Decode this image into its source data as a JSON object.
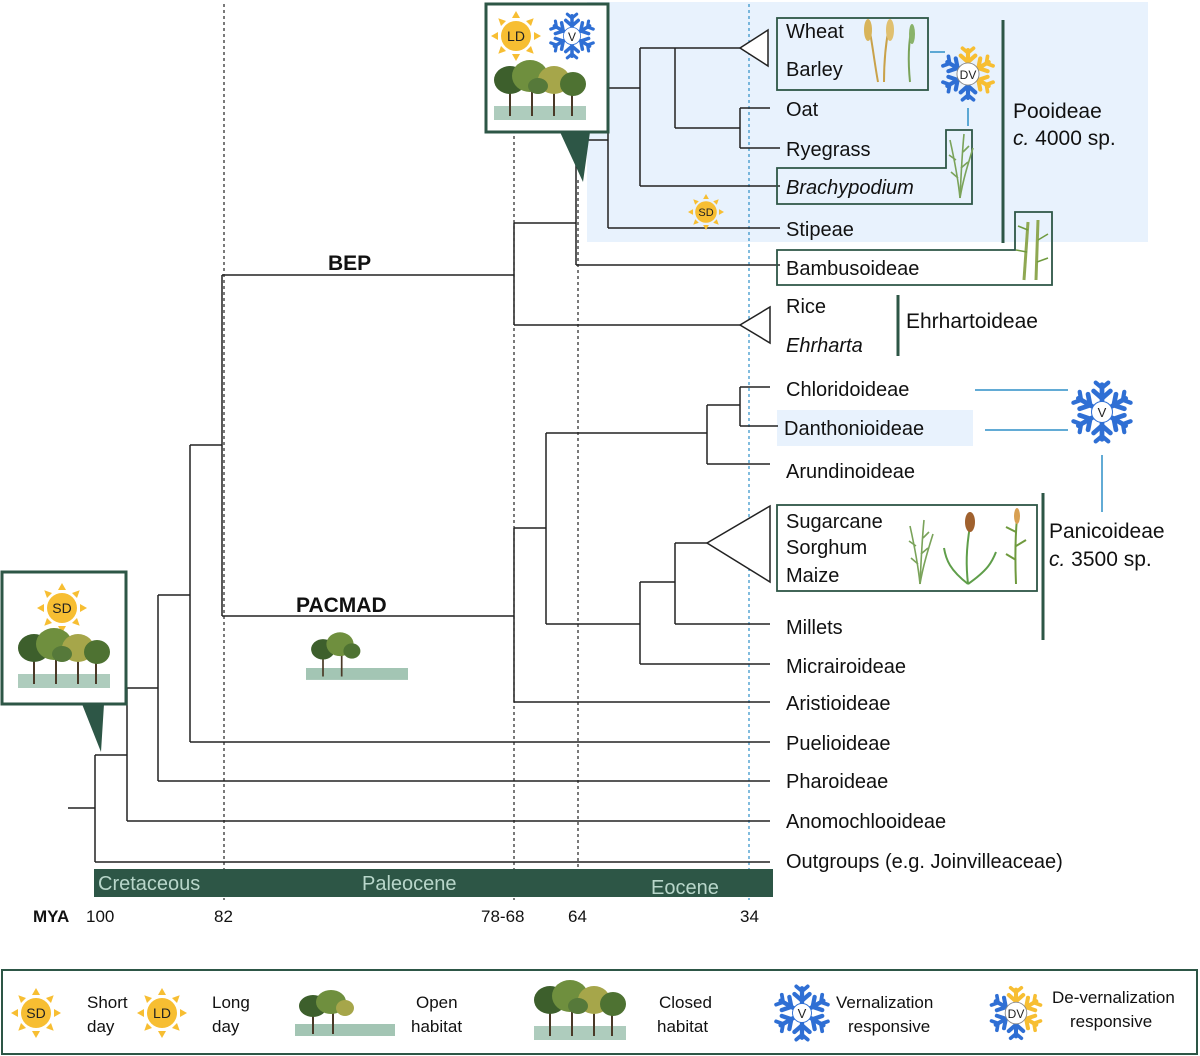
{
  "colors": {
    "dark_green": "#2d5646",
    "pooideae_bg": "#e8f2fd",
    "sun": "#f7be32",
    "snow": "#2f6fd4",
    "blue_line": "#2e8fc7",
    "tree_dark": "#3d5f2c",
    "tree_mid": "#6f8f3e",
    "tree_light": "#a6a64a",
    "grass": "#8cb6a1"
  },
  "clades": {
    "bep": "BEP",
    "pacmad": "PACMAD"
  },
  "taxa": {
    "wheat": "Wheat",
    "barley": "Barley",
    "oat": "Oat",
    "ryegrass": "Ryegrass",
    "brachypodium": "Brachypodium",
    "stipeae": "Stipeae",
    "bambusoideae": "Bambusoideae",
    "rice": "Rice",
    "ehrharta": "Ehrharta",
    "chloridoideae": "Chloridoideae",
    "danthonioideae": "Danthonioideae",
    "arundinoideae": "Arundinoideae",
    "sugarcane": "Sugarcane",
    "sorghum": "Sorghum",
    "maize": "Maize",
    "millets": "Millets",
    "micrairoideae": "Micrairoideae",
    "aristidoideae": "Aristioideae",
    "puelioideae": "Puelioideae",
    "pharoideae": "Pharoideae",
    "anomochlooideae": "Anomochlooideae",
    "outgroups": "Outgroups (e.g. Joinvilleaceae)"
  },
  "groups": {
    "pooideae_name": "Pooideae",
    "pooideae_count_italic": "c.",
    "pooideae_count": " 4000 sp.",
    "ehrhartoideae": "Ehrhartoideae",
    "panicoideae_name": "Panicoideae",
    "panicoideae_count_italic": "c.",
    "panicoideae_count": " 3500 sp."
  },
  "badges": {
    "ld": "LD",
    "sd": "SD",
    "v": "V",
    "dv": "DV"
  },
  "timeline": {
    "periods": [
      "Cretaceous",
      "Paleocene",
      "Eocene"
    ],
    "axis_label": "MYA",
    "ticks": [
      "100",
      "82",
      "78-68",
      "64",
      "34"
    ]
  },
  "legend": {
    "short_day_1": "Short",
    "short_day_2": "day",
    "long_day_1": "Long",
    "long_day_2": "day",
    "open_habitat_1": "Open",
    "open_habitat_2": "habitat",
    "closed_habitat_1": "Closed",
    "closed_habitat_2": "habitat",
    "vern_1": "Vernalization",
    "vern_2": "responsive",
    "devern_1": "De-vernalization",
    "devern_2": "responsive"
  }
}
